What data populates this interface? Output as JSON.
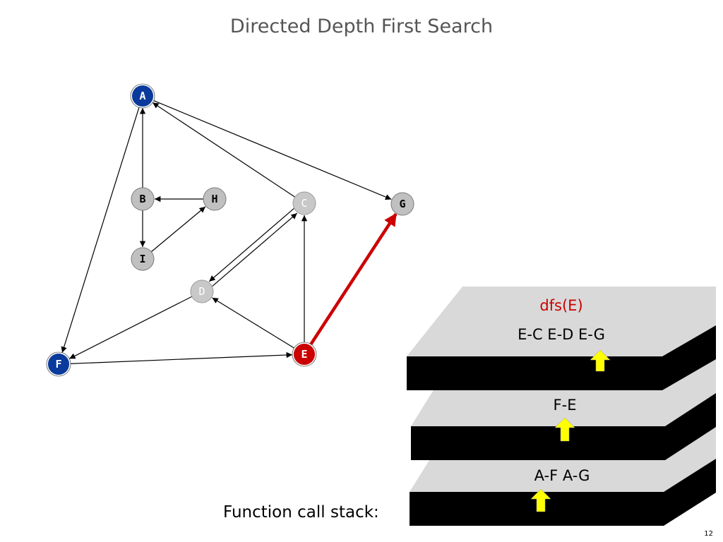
{
  "title": "Directed Depth First Search",
  "nodes": [
    {
      "id": "A",
      "label": "A",
      "state": "visited"
    },
    {
      "id": "B",
      "label": "B",
      "state": "unvisited"
    },
    {
      "id": "H",
      "label": "H",
      "state": "unvisited"
    },
    {
      "id": "I",
      "label": "I",
      "state": "unvisited"
    },
    {
      "id": "C",
      "label": "C",
      "state": "done"
    },
    {
      "id": "G",
      "label": "G",
      "state": "unvisited"
    },
    {
      "id": "D",
      "label": "D",
      "state": "done"
    },
    {
      "id": "F",
      "label": "F",
      "state": "visited"
    },
    {
      "id": "E",
      "label": "E",
      "state": "current"
    }
  ],
  "edges": [
    {
      "from": "A",
      "to": "F"
    },
    {
      "from": "A",
      "to": "G"
    },
    {
      "from": "B",
      "to": "A"
    },
    {
      "from": "B",
      "to": "I"
    },
    {
      "from": "H",
      "to": "B"
    },
    {
      "from": "I",
      "to": "H"
    },
    {
      "from": "C",
      "to": "A"
    },
    {
      "from": "C",
      "to": "D"
    },
    {
      "from": "D",
      "to": "C"
    },
    {
      "from": "D",
      "to": "F"
    },
    {
      "from": "E",
      "to": "C"
    },
    {
      "from": "E",
      "to": "D"
    },
    {
      "from": "E",
      "to": "G",
      "highlight": true
    },
    {
      "from": "F",
      "to": "E"
    }
  ],
  "colors": {
    "visited": "#0a3a9c",
    "current": "#cc0000",
    "unvisited": "#c0c0c0",
    "done": "#c8c8c8",
    "highlight_edge": "#cc0000",
    "arrow_yellow": "#ffff00"
  },
  "stack": {
    "frames": [
      {
        "call": "dfs(E)",
        "edges": "E-C  E-D  E-G"
      },
      {
        "call": "",
        "edges": "F-E"
      },
      {
        "call": "",
        "edges": "A-F  A-G"
      }
    ]
  },
  "caption": "Function call stack:",
  "page_number": "12"
}
